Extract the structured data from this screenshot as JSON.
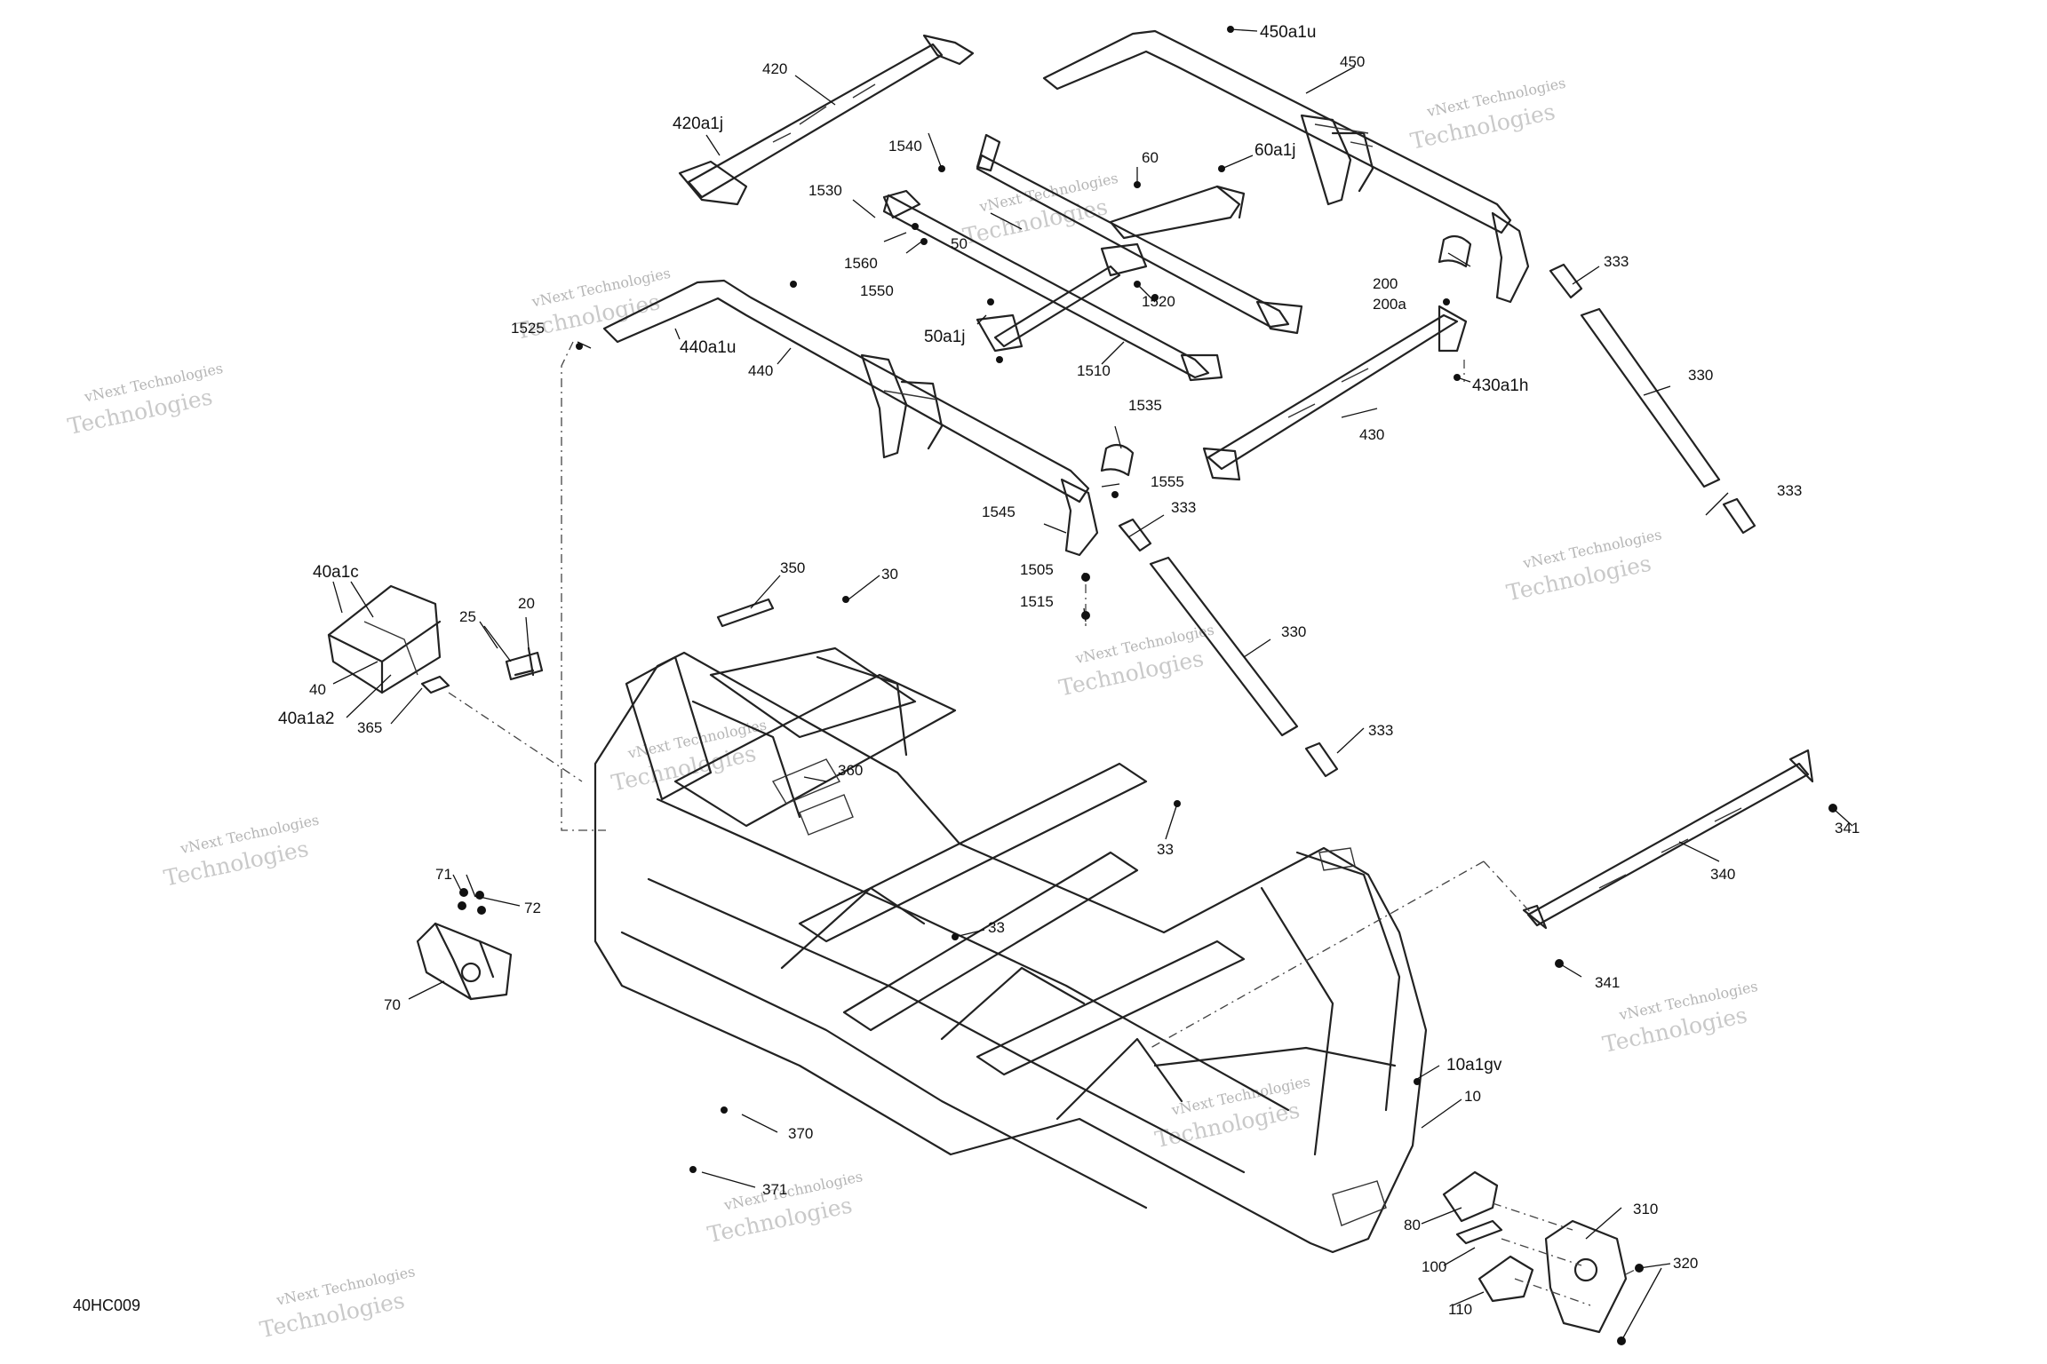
{
  "watermark": {
    "line1": "vNext Technologies",
    "line2": "Technologies"
  },
  "drawing_code": "40HC009",
  "callouts": {
    "c420": "420",
    "c420a1j": "420a1j",
    "c1540": "1540",
    "c1530": "1530",
    "c1560": "1560",
    "c1550": "1550",
    "c50": "50",
    "c60": "60",
    "c60a1j": "60a1j",
    "c1520": "1520",
    "c50a1j": "50a1j",
    "c1510": "1510",
    "c450a1u": "450a1u",
    "c450": "450",
    "c200": "200",
    "c200a": "200a",
    "c333a": "333",
    "c430a1h": "430a1h",
    "c330a": "330",
    "c430": "430",
    "c333b": "333",
    "c1525": "1525",
    "c440a1u": "440a1u",
    "c440": "440",
    "c1535": "1535",
    "c1555": "1555",
    "c1545": "1545",
    "c333c": "333",
    "c1505": "1505",
    "c1515": "1515",
    "c330b": "330",
    "c333d": "333",
    "c40a1c": "40a1c",
    "c25": "25",
    "c20": "20",
    "c40": "40",
    "c40a1a2": "40a1a2",
    "c365": "365",
    "c350": "350",
    "c30": "30",
    "c360": "360",
    "c33a": "33",
    "c33b": "33",
    "c71": "71",
    "c72": "72",
    "c70": "70",
    "c341a": "341",
    "c340": "340",
    "c341b": "341",
    "c10a1gv": "10a1gv",
    "c10": "10",
    "c370": "370",
    "c371": "371",
    "c310": "310",
    "c80": "80",
    "c320": "320",
    "c100": "100",
    "c110": "110"
  }
}
